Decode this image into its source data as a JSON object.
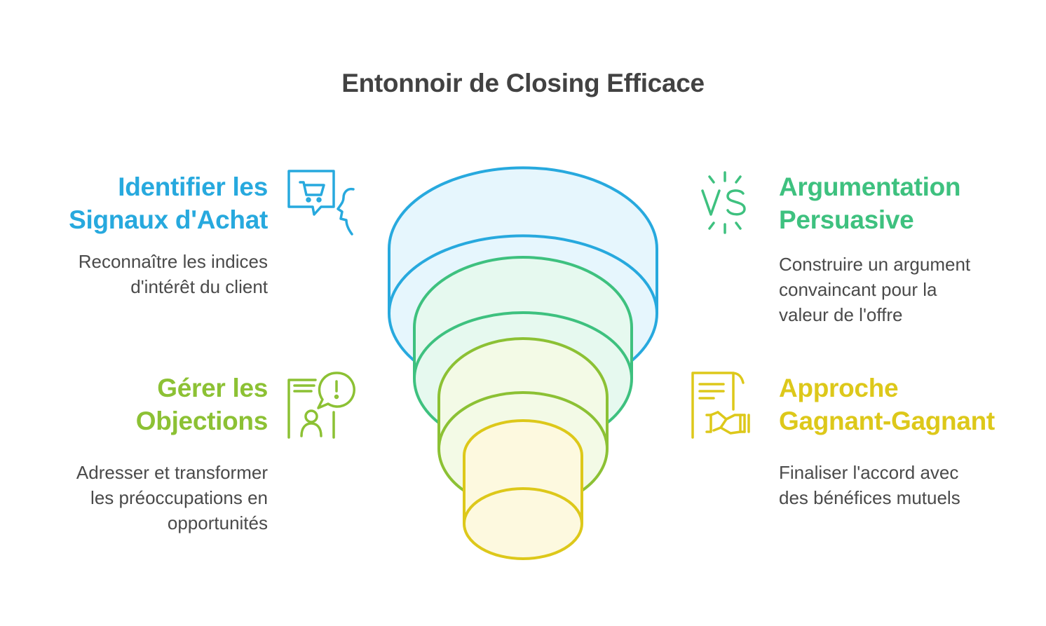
{
  "title": "Entonnoir de Closing Efficace",
  "colors": {
    "blue": "#27a9de",
    "green": "#3ec17f",
    "lime": "#8cc134",
    "yellow": "#ddc81a",
    "text": "#424242"
  },
  "items": [
    {
      "heading_line1": "Identifier les",
      "heading_line2": "Signaux d'Achat",
      "desc_line1": "Reconnaître les indices",
      "desc_line2": "d'intérêt du client",
      "icon": "shopping-cart-speech-icon"
    },
    {
      "heading_line1": "Argumentation",
      "heading_line2": "Persuasive",
      "desc_line1": "Construire un argument",
      "desc_line2": "convaincant pour la",
      "desc_line3": "valeur de l'offre",
      "icon": "versus-icon"
    },
    {
      "heading_line1": "Gérer les",
      "heading_line2": "Objections",
      "desc_line1": "Adresser et transformer",
      "desc_line2": "les préoccupations en",
      "desc_line3": "opportunités",
      "icon": "objection-person-icon"
    },
    {
      "heading_line1": "Approche",
      "heading_line2": "Gagnant-Gagnant",
      "desc_line1": "Finaliser l'accord avec",
      "desc_line2": "des bénéfices mutuels",
      "icon": "contract-handshake-icon"
    }
  ]
}
